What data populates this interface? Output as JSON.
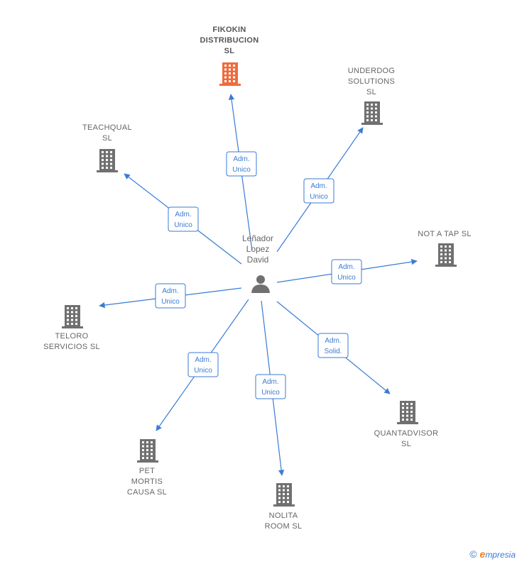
{
  "center": {
    "label_lines": [
      "Leñador",
      "Lopez",
      "David"
    ]
  },
  "companies": [
    {
      "id": "fikokin",
      "label_lines": [
        "FIKOKIN",
        "DISTRIBUCION",
        "SL"
      ],
      "highlight": true,
      "role_lines": [
        "Adm.",
        "Unico"
      ]
    },
    {
      "id": "underdog",
      "label_lines": [
        "UNDERDOG",
        "SOLUTIONS",
        "SL"
      ],
      "highlight": false,
      "role_lines": [
        "Adm.",
        "Unico"
      ]
    },
    {
      "id": "teachqual",
      "label_lines": [
        "TEACHQUAL",
        "SL"
      ],
      "highlight": false,
      "role_lines": [
        "Adm.",
        "Unico"
      ]
    },
    {
      "id": "notatap",
      "label_lines": [
        "NOT A TAP  SL"
      ],
      "highlight": false,
      "role_lines": [
        "Adm.",
        "Unico"
      ]
    },
    {
      "id": "teloro",
      "label_lines": [
        "TELORO",
        "SERVICIOS SL"
      ],
      "highlight": false,
      "role_lines": [
        "Adm.",
        "Unico"
      ]
    },
    {
      "id": "quantadvisor",
      "label_lines": [
        "QUANTADVISOR",
        "SL"
      ],
      "highlight": false,
      "role_lines": [
        "Adm.",
        "Solid."
      ]
    },
    {
      "id": "petmortis",
      "label_lines": [
        "PET",
        "MORTIS",
        "CAUSA  SL"
      ],
      "highlight": false,
      "role_lines": [
        "Adm.",
        "Unico"
      ]
    },
    {
      "id": "nolita",
      "label_lines": [
        "NOLITA",
        "ROOM  SL"
      ],
      "highlight": false,
      "role_lines": [
        "Adm.",
        "Unico"
      ]
    }
  ],
  "colors": {
    "edge": "#3a7bd5",
    "building": "#707070",
    "building_highlight": "#f26a3c",
    "person": "#707070"
  },
  "footer": {
    "copyright": "©",
    "brand_initial": "e",
    "brand_rest": "mpresia"
  }
}
